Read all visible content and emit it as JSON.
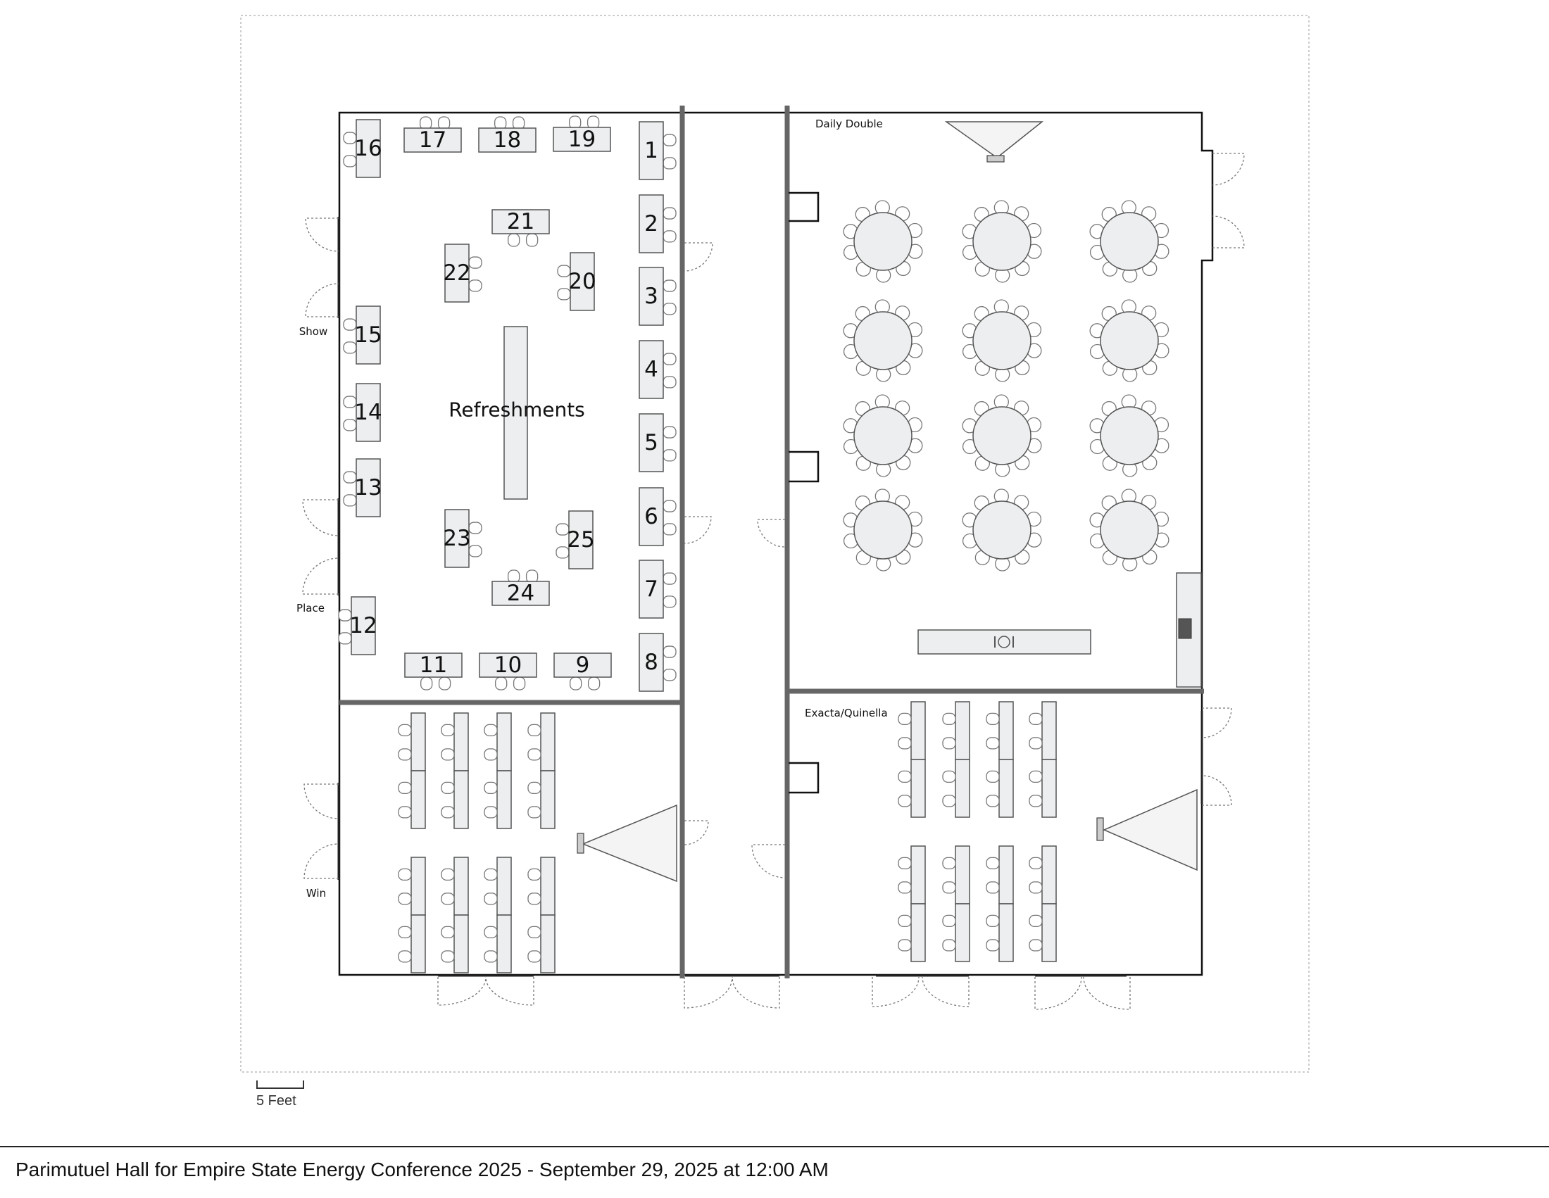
{
  "title": "Parimutuel Hall for Empire State Energy Conference 2025 - September 29, 2025 at 12:00 AM",
  "scale_label": "5 Feet",
  "rooms": {
    "refreshments": "Refreshments",
    "daily_double": "Daily Double",
    "exacta_quinella": "Exacta/Quinella"
  },
  "doors": {
    "show": "Show",
    "place": "Place",
    "win": "Win"
  },
  "booths": [
    "1",
    "2",
    "3",
    "4",
    "5",
    "6",
    "7",
    "8",
    "9",
    "10",
    "11",
    "12",
    "13",
    "14",
    "15",
    "16",
    "17",
    "18",
    "19",
    "20",
    "21",
    "22",
    "23",
    "24",
    "25"
  ]
}
